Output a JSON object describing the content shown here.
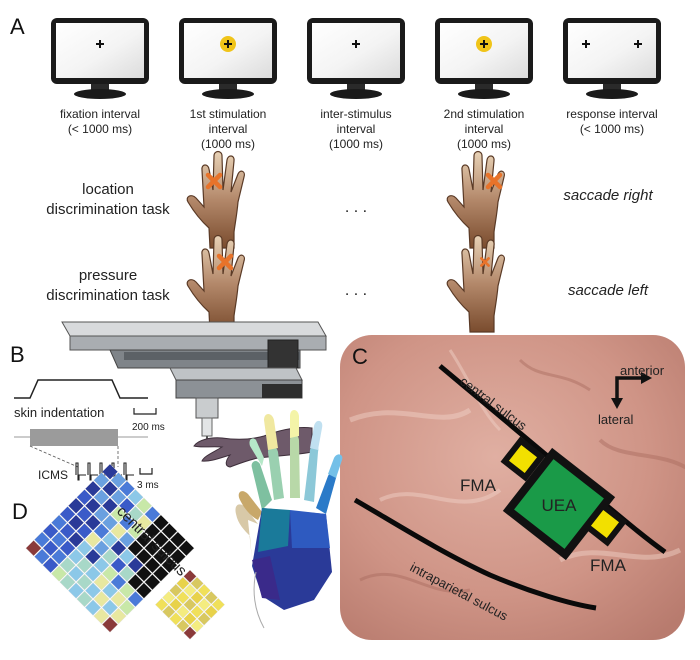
{
  "panel_a": {
    "label": "A",
    "intervals": [
      {
        "name": "fixation-interval",
        "line1": "fixation interval",
        "line2": "(< 1000 ms)",
        "line3": "",
        "crosses": 1,
        "stimulated": false
      },
      {
        "name": "first-stimulation-interval",
        "line1": "1st stimulation",
        "line2": "interval",
        "line3": "(1000 ms)",
        "crosses": 1,
        "stimulated": true
      },
      {
        "name": "inter-stimulus-interval",
        "line1": "inter-stimulus",
        "line2": "interval",
        "line3": "(1000 ms)",
        "crosses": 1,
        "stimulated": false
      },
      {
        "name": "second-stimulation-interval",
        "line1": "2nd stimulation",
        "line2": "interval",
        "line3": "(1000 ms)",
        "crosses": 1,
        "stimulated": true
      },
      {
        "name": "response-interval",
        "line1": "response interval",
        "line2": "(< 1000 ms)",
        "line3": "",
        "crosses": 2,
        "stimulated": false
      }
    ],
    "tasks": [
      {
        "line1": "location",
        "line2": "discrimination task",
        "gap": ". . .",
        "response": "saccade right"
      },
      {
        "line1": "pressure",
        "line2": "discrimination task",
        "gap": ". . .",
        "response": "saccade left"
      }
    ]
  },
  "panel_b": {
    "label": "B",
    "skin_label": "skin indentation",
    "time_scale_1": "200 ms",
    "icms_label": "ICMS",
    "time_scale_2": "3 ms"
  },
  "panel_c": {
    "label": "C",
    "anterior": "anterior",
    "lateral": "lateral",
    "central_sulcus": "central sulcus",
    "intraparietal_sulcus": "intraparietal sulcus",
    "uea": "UEA",
    "fma_1": "FMA",
    "fma_2": "FMA"
  },
  "panel_d": {
    "label": "D",
    "central_sulcus": "central sulcus"
  },
  "colors": {
    "stimulus_yellow": "#f0c419",
    "marker_orange": "#e8732a",
    "uea_green": "#1a9a48",
    "fma_yellow": "#f2e000",
    "brain_tissue": "#d49b8f"
  }
}
